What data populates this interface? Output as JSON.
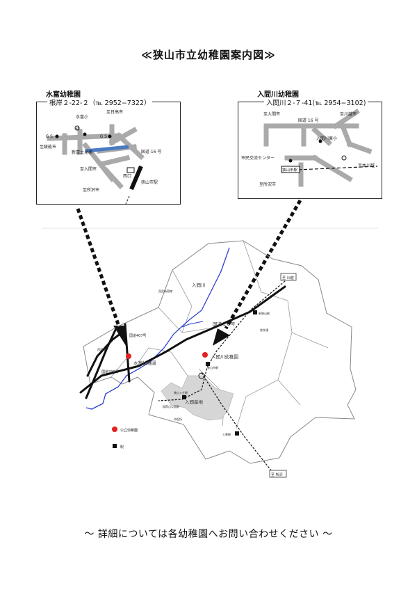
{
  "title": "≪狭山市立幼稚園案内図≫",
  "inset_left": {
    "name": "水富幼稚園",
    "address": "根岸２-22-２（℡ 2952−7322）",
    "labels": {
      "to_hidaka": "至日高市",
      "school": "水富小",
      "gs1": "ＧＳ",
      "gs2": "ＧＳ",
      "to_hanno": "至飯能市",
      "bridge": "新富士見橋",
      "route16": "国道 16 号",
      "to_iruma": "至入間市",
      "west_exit": "西口",
      "station": "狭山市駅",
      "to_tokorozawa": "至所沢市"
    }
  },
  "inset_right": {
    "name": "入間川幼稚園",
    "address": "入間川２-７-41(℡ 2954−3102)",
    "labels": {
      "to_iruma": "至入間市",
      "to_kawagoe": "至川越市",
      "route16": "国道 16 号",
      "school": "入間川東小",
      "community_center": "市民交流センター",
      "station": "狭山市駅",
      "to_honkawagoe": "至本川越",
      "to_tokorozawa": "至所沢市"
    }
  },
  "main_map": {
    "labels": {
      "river": "入間川",
      "route16": "国道１６号",
      "route407": "国道407号",
      "route299": "国道299号",
      "kindergarten_mitomi": "水富幼稚園",
      "kindergarten_irumagawa": "入間川幼稚園",
      "iruma_base": "入間基地",
      "station_sayamashi": "狭山市駅",
      "station_sayamagaoka": "狭山ヶ丘駅",
      "station_shinsayama": "新狭山駅",
      "station_iriso": "入曽駅",
      "station_inariyama": "稲荷山公園駅",
      "to_kawagoe_box": "至 川越",
      "to_tokorozawa_box": "至 所沢",
      "small_a": "西武線",
      "small_b": "笹井通",
      "small_c": "市役所",
      "small_d": "西武新宿線"
    },
    "legend": {
      "kindergarten": "公立幼稚園",
      "station": "駅"
    }
  },
  "footer": "〜 詳細については各幼稚園へお問い合わせください 〜"
}
